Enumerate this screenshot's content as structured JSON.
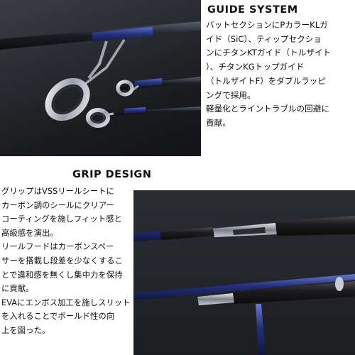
{
  "guide_section": {
    "title": "GUIDE SYSTEM",
    "body_lines": [
      "バットセクションにPカラーKLガ",
      "イド（SiC）、ティップセクショ",
      "ンにチタンKTガイド（トルザイト",
      "）、チタンKGトップガイド",
      "（トルザイトF）をダブルラッピ",
      "ングで採用。",
      "軽量化とライントラブルの回避に",
      "貢献。"
    ]
  },
  "grip_section": {
    "title": "GRIP DESIGN",
    "body_lines": [
      "グリップはVSSリールシートに",
      "カーボン調のシールにクリアー",
      "コーティングを施しフィット感と",
      "高級感を演出。",
      "リールフードはカーボンスペー",
      "サーを搭載し段差を少なくするこ",
      "とで違和感を無くし集中力を保持",
      "に貢献。",
      "EVAにエンボス加工を施しスリット",
      "を入れることでボールド性の向",
      "上を図った。"
    ]
  },
  "colors": {
    "blank_navy": "#1f2a66",
    "wrap_blue": "#2b3c8e",
    "guide_metal": "#c9ccd2",
    "eva_black": "#1b1b1d"
  }
}
